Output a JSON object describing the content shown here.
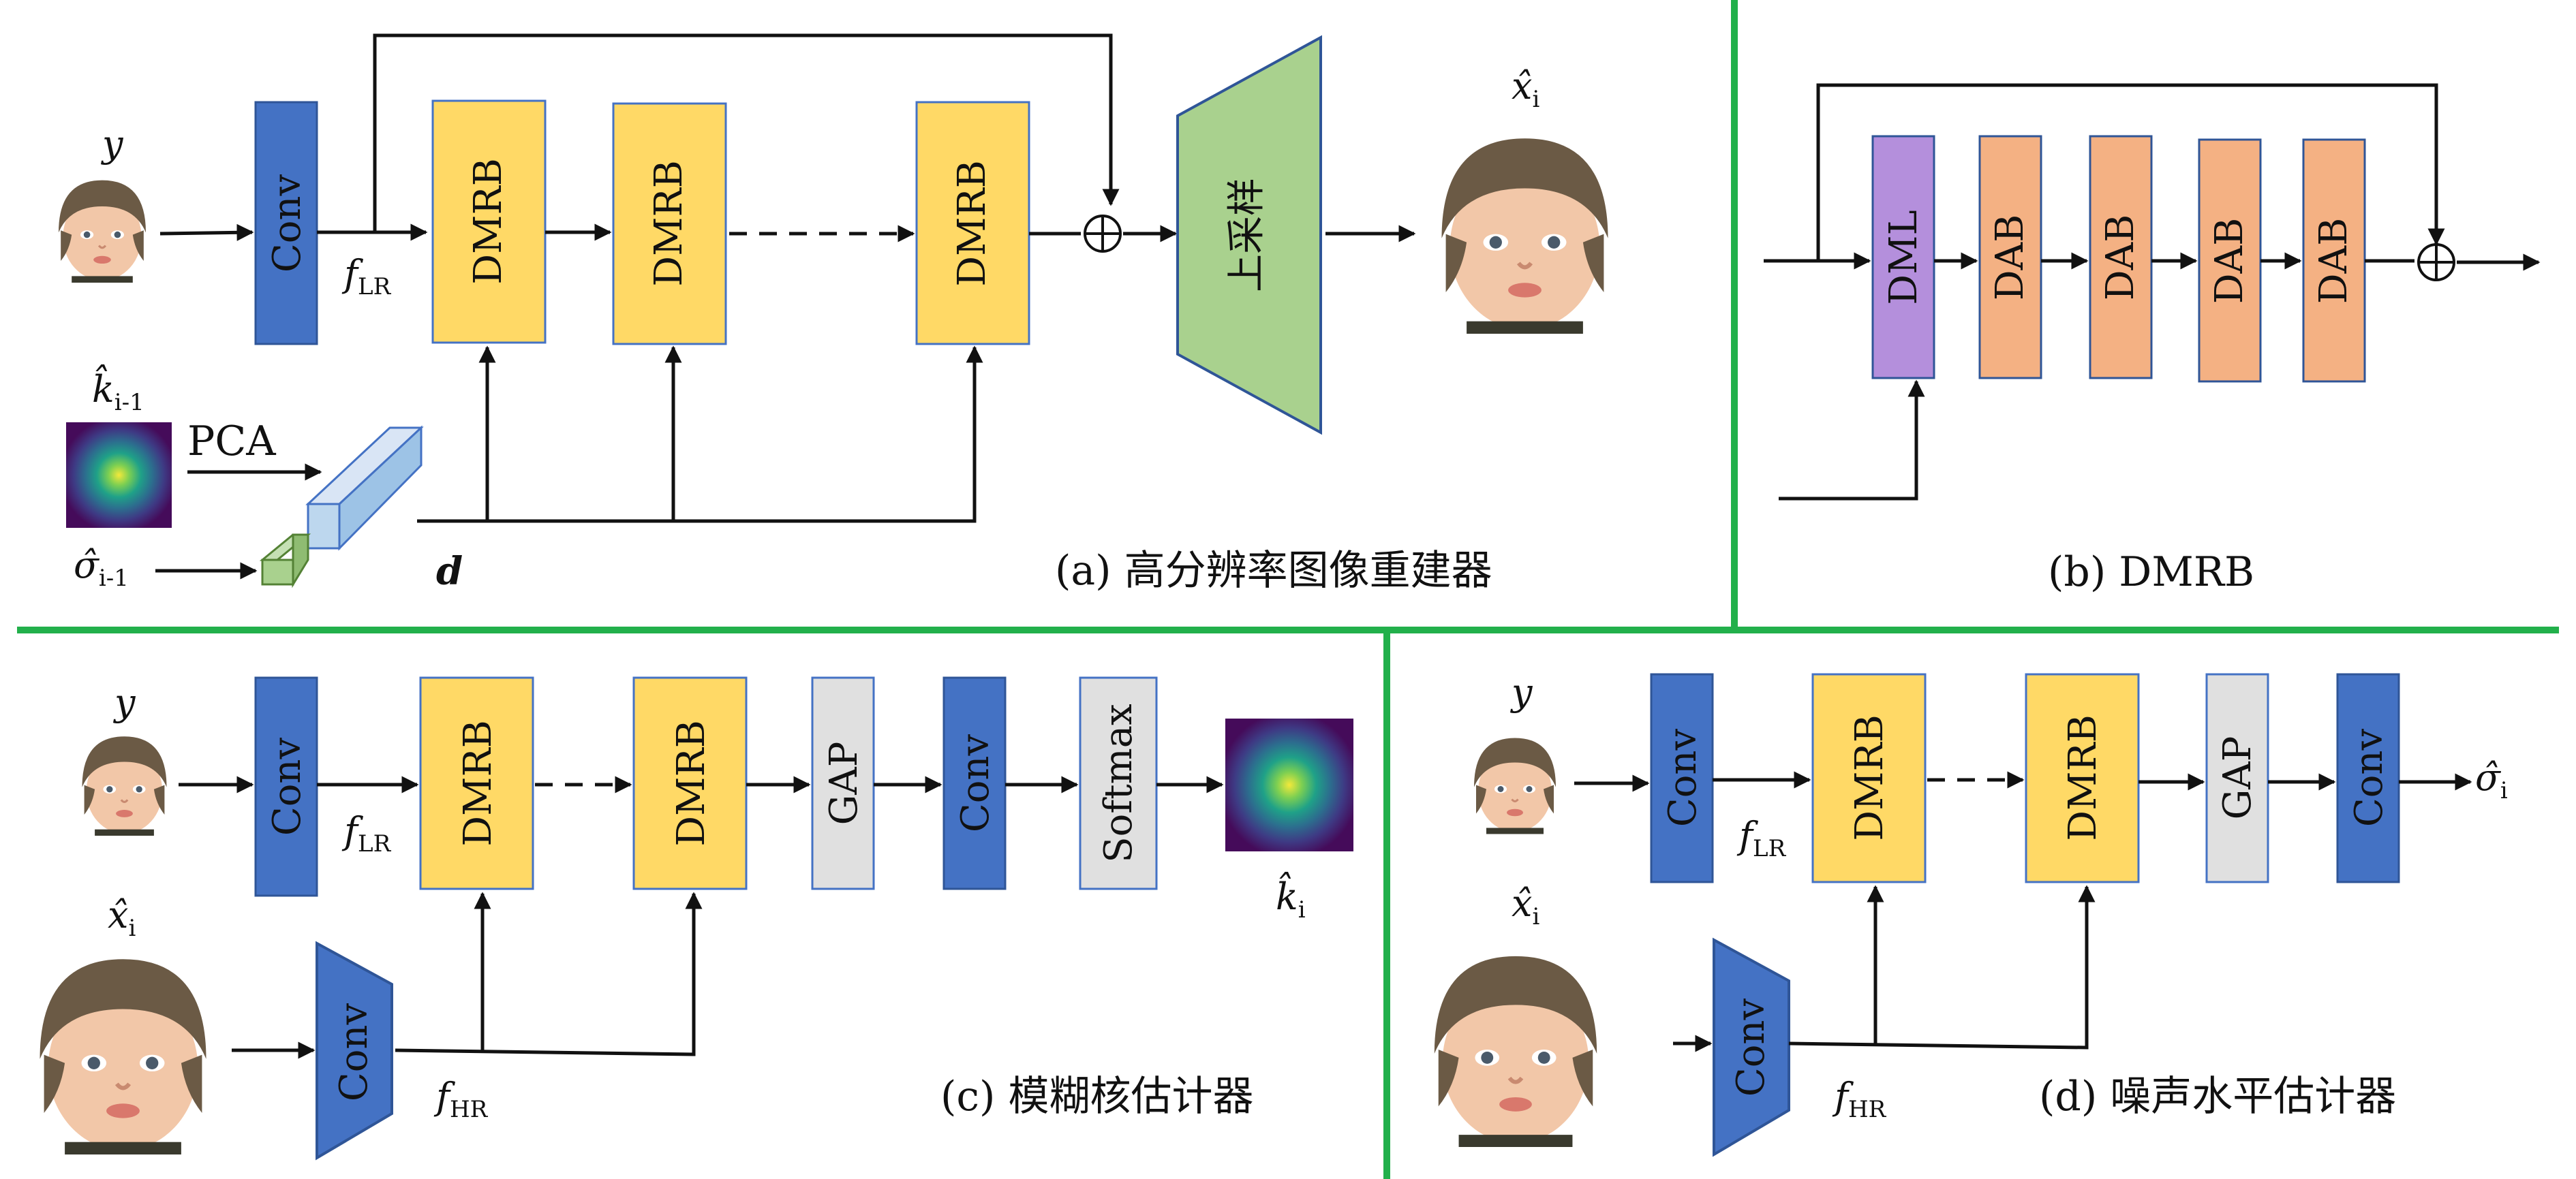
{
  "colors": {
    "conv": "#4472c4",
    "dmrb": "#ffd966",
    "dml": "#b48fdc",
    "dab": "#f4b183",
    "gap": "#e0e0e0",
    "upsample": "#a9d18e",
    "separator": "#22b04b"
  },
  "icons": [
    "baby-face-image",
    "blur-kernel-heatmap",
    "feature-vector-cuboid",
    "sum-circle-icon"
  ],
  "panel_a": {
    "caption": "(a) 高分辨率图像重建器",
    "input_label": "y",
    "output_label": "x̂",
    "output_sub": "i",
    "conv": "Conv",
    "dmrb": "DMRB",
    "upsample": "上采样",
    "feature_label": "f",
    "feature_sub": "LR",
    "kernel_label": "k̂",
    "kernel_sub": "i-1",
    "pca": "PCA",
    "sigma_label": "σ̂",
    "sigma_sub": "i-1",
    "degradation_label": "d"
  },
  "panel_b": {
    "caption": "(b) DMRB",
    "dml": "DML",
    "dab": "DAB"
  },
  "panel_c": {
    "caption": "(c) 模糊核估计器",
    "input_label": "y",
    "image_label": "x̂",
    "image_sub": "i",
    "conv": "Conv",
    "dmrb": "DMRB",
    "gap": "GAP",
    "softmax": "Softmax",
    "kernel_out_label": "k̂",
    "kernel_out_sub": "i",
    "lr_label": "f",
    "lr_sub": "LR",
    "hr_label": "f",
    "hr_sub": "HR"
  },
  "panel_d": {
    "caption": "(d) 噪声水平估计器",
    "input_label": "y",
    "image_label": "x̂",
    "image_sub": "i",
    "conv": "Conv",
    "dmrb": "DMRB",
    "gap": "GAP",
    "sigma_out_label": "σ̂",
    "sigma_out_sub": "i",
    "lr_label": "f",
    "lr_sub": "LR",
    "hr_label": "f",
    "hr_sub": "HR"
  }
}
